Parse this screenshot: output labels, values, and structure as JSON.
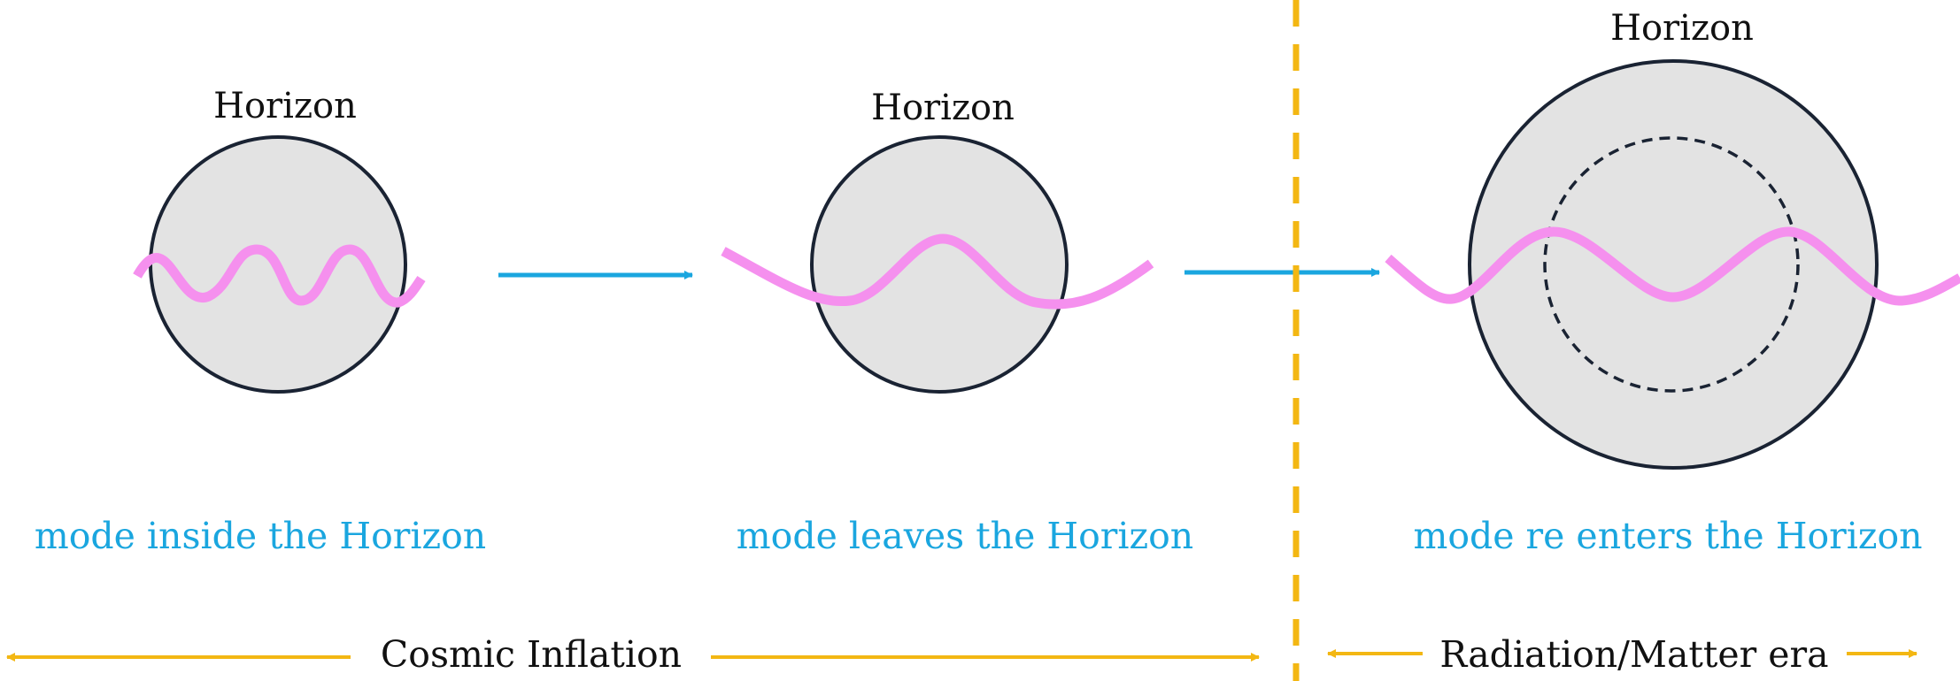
{
  "colors": {
    "horizon_fill": "#e3e3e3",
    "horizon_stroke": "#1a2333",
    "mode_wave": "#f590ee",
    "arrow": "#1aa6df",
    "caption": "#1aa6df",
    "timeline": "#f3b713",
    "divider": "#f3b713"
  },
  "stages": [
    {
      "horizon_label": "Horizon",
      "caption": "mode inside the Horizon"
    },
    {
      "horizon_label": "Horizon",
      "caption": "mode leaves the Horizon"
    },
    {
      "horizon_label": "Horizon",
      "caption": "mode re enters the Horizon"
    }
  ],
  "eras": {
    "inflation": "Cosmic Inflation",
    "radiation_matter": "Radiation/Matter era"
  }
}
